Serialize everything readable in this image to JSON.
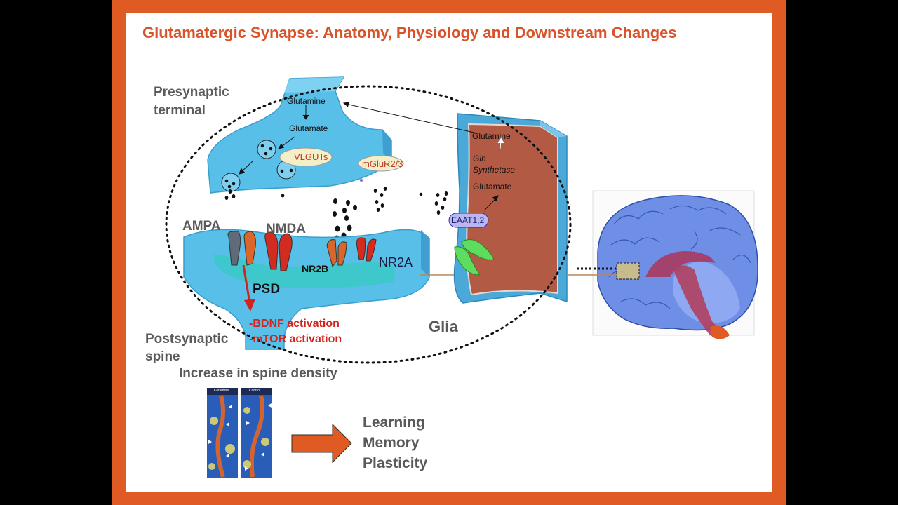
{
  "title": "Glutamatergic  Synapse: Anatomy, Physiology and Downstream Changes",
  "labels": {
    "presynaptic_1": "Presynaptic",
    "presynaptic_2": "terminal",
    "glutamine_pre": "Glutamine",
    "glutamate_pre": "Glutamate",
    "vlguts": "VLGUTs",
    "mglur": "mGluR2/3",
    "ampa": "AMPA",
    "nmda": "NMDA",
    "nr2b": "NR2B",
    "nr2a": "NR2A",
    "psd": "PSD",
    "bdnf": "-BDNF activation",
    "mtor": "-mTOR activation",
    "postsynaptic_1": "Postsynaptic",
    "postsynaptic_2": "spine",
    "glutamine_glia": "Glutamine",
    "gln_1": "Gln",
    "gln_2": "Synthetase",
    "glutamate_glia": "Glutamate",
    "eaat": "EAAT1,2",
    "glia": "Glia",
    "spine_density": "Increase in spine density",
    "micro_left": "Ketamine",
    "micro_right": "Control"
  },
  "outcomes": [
    "Learning",
    "Memory",
    "Plasticity"
  ],
  "colors": {
    "frame": "#e05a24",
    "title": "#d9532a",
    "neuron": "#5bc0ea",
    "glia_body": "#b35a45",
    "receptor_red": "#d22b1f",
    "receptor_orange": "#d9672c",
    "eaat_green": "#5fdc5f",
    "arrow_red": "#d4231c",
    "brain_blue": "#6f8fe6"
  }
}
